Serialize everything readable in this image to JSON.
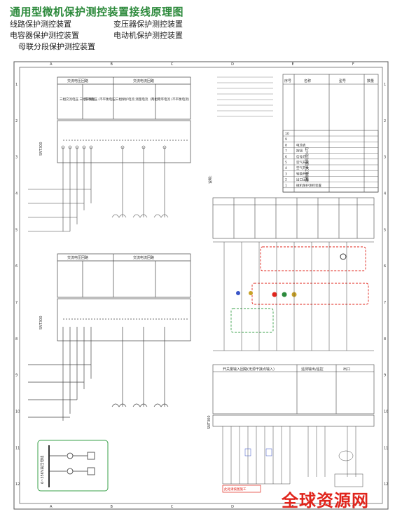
{
  "header": {
    "title": "通用型微机保护测控装置接线原理图",
    "subtitles": [
      "线路保护测控装置",
      "变压器保护测控装置",
      "电容器保护测控装置",
      "电动机保护测控装置",
      "母联分段保护测控装置"
    ]
  },
  "grid": {
    "cols": [
      "A",
      "B",
      "C",
      "D",
      "E",
      "F"
    ],
    "rows": [
      "1",
      "2",
      "3",
      "4",
      "5",
      "6",
      "7",
      "8",
      "9",
      "10",
      "11",
      "12"
    ]
  },
  "ct_section": {
    "box1": [
      "交流电压回路",
      "交流电流回路"
    ],
    "cells1": [
      "三相交流电压\n三相三线制",
      "零序电压\n(不平衡电压)",
      "三相保护电流\n测量电流（两相）",
      "零序电流\n(不平衡电流)"
    ],
    "device": "SNT300"
  },
  "io_section": {
    "headers": [
      "开关量输入回路(无源干接点输入)",
      "遥测输出/遥控",
      "出口"
    ],
    "device": "SNT300",
    "bus_label": "6~35KV高压母线",
    "red_note": "此处请按图施工"
  },
  "legend": {
    "rows": [
      [
        "10",
        "",
        "",
        ""
      ],
      [
        "9",
        "",
        "",
        ""
      ],
      [
        "8",
        "电流表",
        "",
        ""
      ],
      [
        "7",
        "按钮",
        "",
        ""
      ],
      [
        "6",
        "信号灯",
        "",
        ""
      ],
      [
        "5",
        "空气开关",
        "",
        ""
      ],
      [
        "4",
        "空气开关",
        "",
        ""
      ],
      [
        "3",
        "转换开关",
        "",
        ""
      ],
      [
        "2",
        "出口压板",
        "",
        ""
      ],
      [
        "1",
        "微机保护测控装置",
        "",
        ""
      ]
    ],
    "cols": [
      "序号",
      "名称",
      "型号",
      "数量"
    ],
    "company": "湖南电力科技有限公司"
  },
  "notes_title": "说明:",
  "footer": {
    "watermark": "全球资源网"
  },
  "colors": {
    "title": "#2d8a3c",
    "accent_red": "#e0241b",
    "green_box": "#3aa04a"
  }
}
